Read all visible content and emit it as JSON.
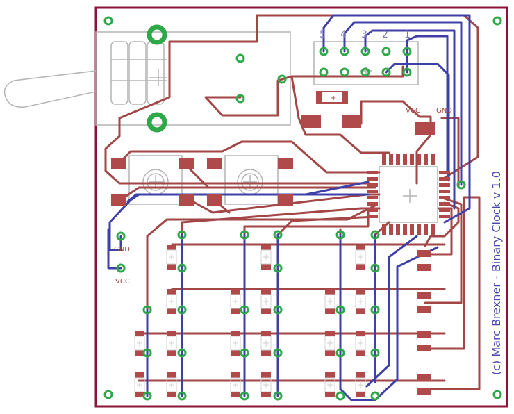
{
  "labels": {
    "header_pins": [
      "5",
      "4",
      "3",
      "2",
      "1"
    ],
    "vcc_top": "VCC",
    "gnd_top": "GND",
    "gnd_left": "GND",
    "vcc_left": "VCC",
    "plus": "+",
    "credit": "(c) Marc Brexner - Binary Clock v 1.0"
  },
  "colors": {
    "board_outline": "#8a1538",
    "trace_top": "#a24646",
    "trace_bottom": "#3f3fa8",
    "pad": "#b04a4a",
    "via": "#2fa84a",
    "silkscreen": "#b4b4b4",
    "label_blue": "#7a7ab4",
    "label_red": "#a24646",
    "credit": "#4848b0"
  }
}
